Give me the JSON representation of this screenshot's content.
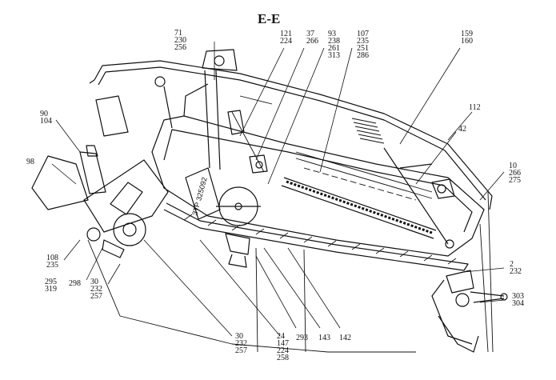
{
  "title": "E-E",
  "stamp": "ЗТР 325092",
  "labels": {
    "g71": "71\n230\n256",
    "g121": "121\n224",
    "g37": "37\n266",
    "g93": "93\n238\n261\n313",
    "g107": "107\n235\n251\n286",
    "g159": "159\n160",
    "g112": "112",
    "g42": "42",
    "g10": "10\n266\n275",
    "g90": "90\n104",
    "g98": "98",
    "g108": "108\n235",
    "g295": "295\n319",
    "g298": "298",
    "g30a": "30\n232\n257",
    "g2": "2\n232",
    "g303": "303\n304",
    "g30b": "30\n232\n257",
    "g24": "24\n147\n224\n258",
    "g293": "293",
    "g143": "143",
    "g142": "142"
  }
}
